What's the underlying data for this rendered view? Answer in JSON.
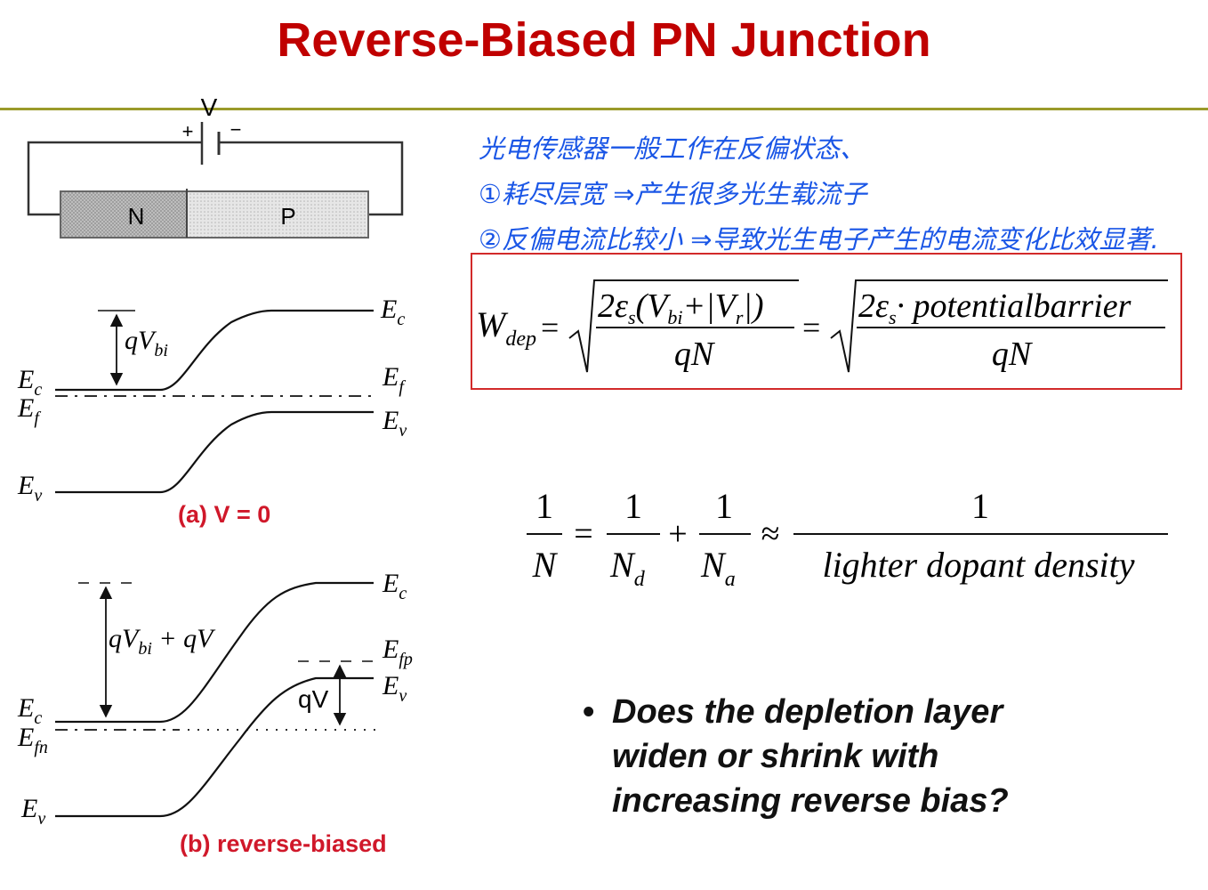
{
  "title": "Reverse-Biased PN Junction",
  "circuit": {
    "voltage_label": "V",
    "plus": "+",
    "minus": "−",
    "n_label": "N",
    "p_label": "P"
  },
  "notes": {
    "line1": "光电传感器一般工作在反偏状态、",
    "line2": "①耗尽层宽 ⇒产生很多光生载流子",
    "line3": "②反偏电流比较小 ⇒导致光生电子产生的电流变化比效显著."
  },
  "formula1": {
    "lhs": "W",
    "lhs_sub": "dep",
    "eq": "=",
    "num1": "2ε",
    "num1_sub": "s",
    "num1_rest_a": "(V",
    "num1_sub2": "bi",
    "num1_rest_b": "+|V",
    "num1_sub3": "r",
    "num1_rest_c": "|)",
    "den": "qN",
    "eq2": "=",
    "num2": "2ε",
    "num2_sub": "s",
    "num2_rest": "· potentialbarrier",
    "den2": "qN"
  },
  "formula2": {
    "one": "1",
    "N": "N",
    "eq": "=",
    "Nd": "N",
    "Nd_sub": "d",
    "plus": "+",
    "Na": "N",
    "Na_sub": "a",
    "approx": "≈",
    "den": "lighter  dopant  density"
  },
  "diagram_a": {
    "caption": "(a) V = 0",
    "qvbi": "qV",
    "qvbi_sub": "bi",
    "Ec_left": "E",
    "Ec_left_sub": "c",
    "Ef_left": "E",
    "Ef_left_sub": "f",
    "Ev_left": "E",
    "Ev_left_sub": "v",
    "Ec_right": "E",
    "Ec_right_sub": "c",
    "Ef_right": "E",
    "Ef_right_sub": "f",
    "Ev_right": "E",
    "Ev_right_sub": "v"
  },
  "diagram_b": {
    "caption": "(b) reverse-biased",
    "qv_total": "qV",
    "qv_total_sub": "bi",
    "qv_total_rest": " + qV",
    "qV": "qV",
    "Ec_left": "E",
    "Ec_left_sub": "c",
    "Efn_left": "E",
    "Efn_left_sub": "fn",
    "Ev_left": "E",
    "Ev_left_sub": "v",
    "Ec_right": "E",
    "Ec_right_sub": "c",
    "Efp_right": "E",
    "Efp_right_sub": "fp",
    "Ev_right": "E",
    "Ev_right_sub": "v"
  },
  "question": {
    "bullet": "•",
    "line1": "Does the depletion layer",
    "line2": "widen or shrink with",
    "line3": "increasing reverse bias?"
  },
  "colors": {
    "title": "#c00000",
    "handwriting": "#1a56e6",
    "box": "#d22a2a",
    "caption": "#d0182a",
    "rule": "#9a9a2a"
  }
}
